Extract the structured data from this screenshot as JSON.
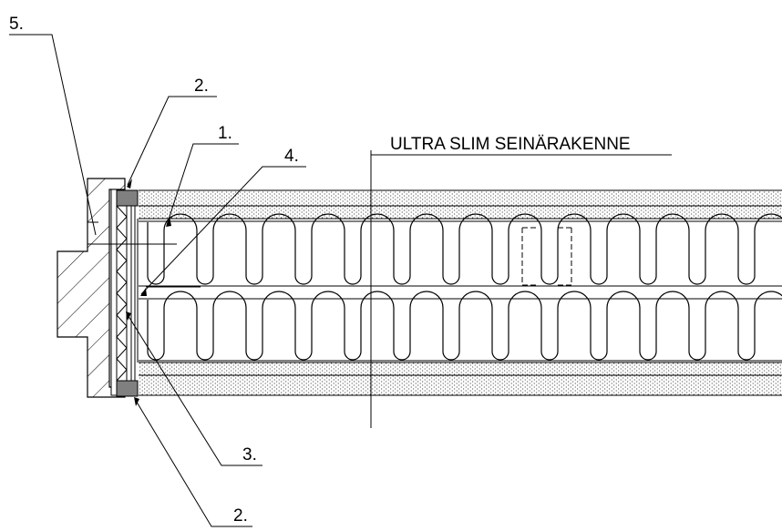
{
  "labels": {
    "l5": "5.",
    "l2_top": "2.",
    "l1": "1.",
    "l4": "4.",
    "title": "ULTRA SLIM SEINÄRAKENNE",
    "l3": "3.",
    "l2_bottom": "2."
  },
  "colors": {
    "seal": "#808080",
    "line": "#000000",
    "background": "#ffffff"
  }
}
